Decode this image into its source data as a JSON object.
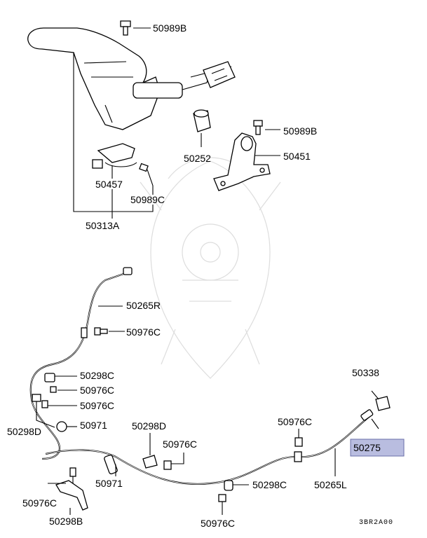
{
  "labels": {
    "p50989B_top": "50989B",
    "p50989B_mid": "50989B",
    "p50252": "50252",
    "p50451": "50451",
    "p50457": "50457",
    "p50989C": "50989C",
    "p50313A": "50313A",
    "p50265R": "50265R",
    "p50976C_a": "50976C",
    "p50298C_a": "50298C",
    "p50976C_b": "50976C",
    "p50976C_c": "50976C",
    "p50298D_left": "50298D",
    "p50971_a": "50971",
    "p50338": "50338",
    "p50976C_d": "50976C",
    "p50275": "50275",
    "p50298D_mid": "50298D",
    "p50976C_e": "50976C",
    "p50971_b": "50971",
    "p50298C_b": "50298C",
    "p50265L": "50265L",
    "p50976C_f": "50976C",
    "p50298B": "50298B",
    "p50976C_g": "50976C"
  },
  "diagram_code": "3BR2A00",
  "colors": {
    "highlight_fill": "#b9bde0",
    "highlight_stroke": "#6a6fa8",
    "line": "#000000",
    "watermark": "#dddddd"
  }
}
